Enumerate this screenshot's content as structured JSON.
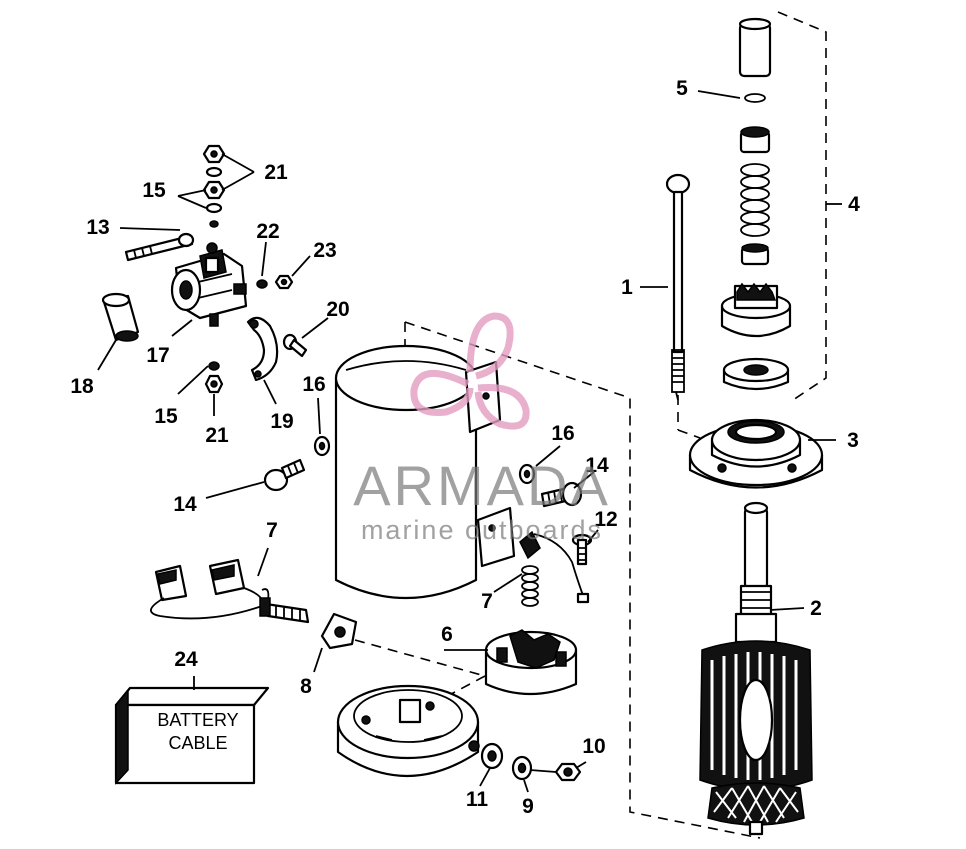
{
  "callouts": {
    "c1": "1",
    "c2": "2",
    "c3": "3",
    "c4": "4",
    "c5": "5",
    "c6": "6",
    "c7a": "7",
    "c7b": "7",
    "c8": "8",
    "c9": "9",
    "c10": "10",
    "c11": "11",
    "c12": "12",
    "c13": "13",
    "c14a": "14",
    "c14b": "14",
    "c15a": "15",
    "c15b": "15",
    "c16a": "16",
    "c16b": "16",
    "c17": "17",
    "c18": "18",
    "c19": "19",
    "c20": "20",
    "c21a": "21",
    "c21b": "21",
    "c22": "22",
    "c23": "23",
    "c24": "24"
  },
  "battery_box": {
    "line1": "BATTERY",
    "line2": "CABLE"
  },
  "watermark": {
    "title": "ARMADA",
    "subtitle": "marine outboards"
  },
  "colors": {
    "watermark_logo": "#e39cc2",
    "watermark_text": "#7a7a7a",
    "line": "#000000"
  }
}
